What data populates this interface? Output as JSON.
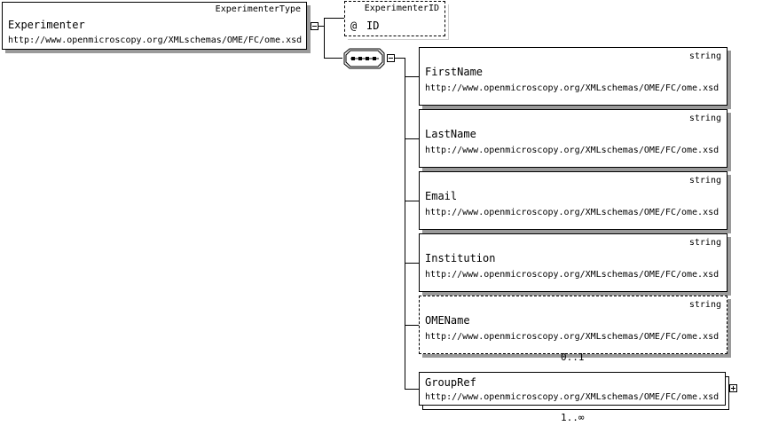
{
  "root": {
    "type": "ExperimenterType",
    "name": "Experimenter",
    "namespace": "http://www.openmicroscopy.org/XMLschemas/OME/FC/ome.xsd"
  },
  "attribute": {
    "group_label": "ExperimenterID",
    "symbol": "@",
    "name": "ID"
  },
  "compositor": {
    "kind": "sequence",
    "icon": "sequence-icon"
  },
  "elements": [
    {
      "name": "FirstName",
      "type": "string",
      "namespace": "http://www.openmicroscopy.org/XMLschemas/OME/FC/ome.xsd",
      "occurrence": ""
    },
    {
      "name": "LastName",
      "type": "string",
      "namespace": "http://www.openmicroscopy.org/XMLschemas/OME/FC/ome.xsd",
      "occurrence": ""
    },
    {
      "name": "Email",
      "type": "string",
      "namespace": "http://www.openmicroscopy.org/XMLschemas/OME/FC/ome.xsd",
      "occurrence": ""
    },
    {
      "name": "Institution",
      "type": "string",
      "namespace": "http://www.openmicroscopy.org/XMLschemas/OME/FC/ome.xsd",
      "occurrence": ""
    },
    {
      "name": "OMEName",
      "type": "string",
      "namespace": "http://www.openmicroscopy.org/XMLschemas/OME/FC/ome.xsd",
      "occurrence": "0..1"
    },
    {
      "name": "GroupRef",
      "type": "",
      "namespace": "http://www.openmicroscopy.org/XMLschemas/OME/FC/ome.xsd",
      "occurrence": "1..∞"
    }
  ]
}
